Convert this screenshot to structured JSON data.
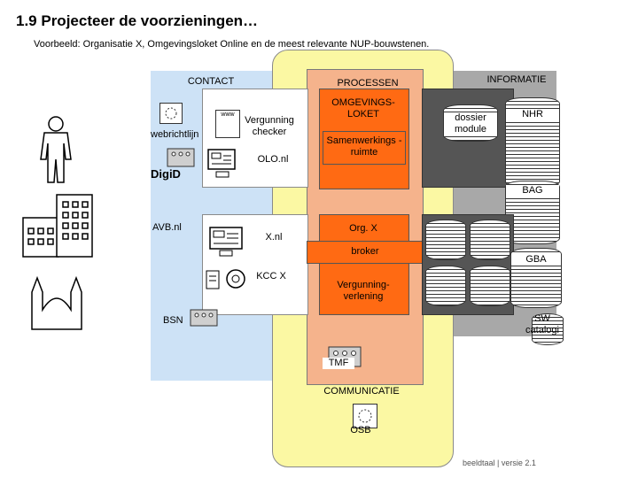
{
  "title": "1.9 Projecteer de voorzieningen…",
  "subtitle": "Voorbeeld: Organisatie X, Omgevingsloket Online en de meest relevante NUP-bouwstenen.",
  "zones": {
    "contact": "CONTACT",
    "processen": "PROCESSEN",
    "informatie": "INFORMATIE",
    "communicatie": "COMMUNICATIE"
  },
  "items": {
    "webrichtlijn": "webrichtlijn",
    "vergunning_checker": "Vergunning checker",
    "olo": "OLO.nl",
    "digid": "DigiD",
    "avb": "AVB.nl",
    "xnl": "X.nl",
    "kcc": "KCC X",
    "bsn": "BSN",
    "omgevingsloket": "OMGEVINGS-LOKET",
    "samenwerkingsruimte": "Samenwerkings -ruimte",
    "org_x": "Org. X",
    "broker": "broker",
    "vergunningverlening": "Vergunning-verlening",
    "dossier_module": "dossier module",
    "nhr": "NHR",
    "bag": "BAG",
    "gba": "GBA",
    "sw_catalogi": "SW catalogi",
    "tmf": "TMF",
    "osb": "OSB",
    "www": "www"
  },
  "footer": "beeldtaal | versie 2.1",
  "colors": {
    "contact_zone": "#cde2f6",
    "process_zone": "#f5b38c",
    "info_zone": "#a8a8a8",
    "communication_zone": "#fbf8a3",
    "orange_box": "#ff6a13",
    "dark_box": "#555555"
  }
}
